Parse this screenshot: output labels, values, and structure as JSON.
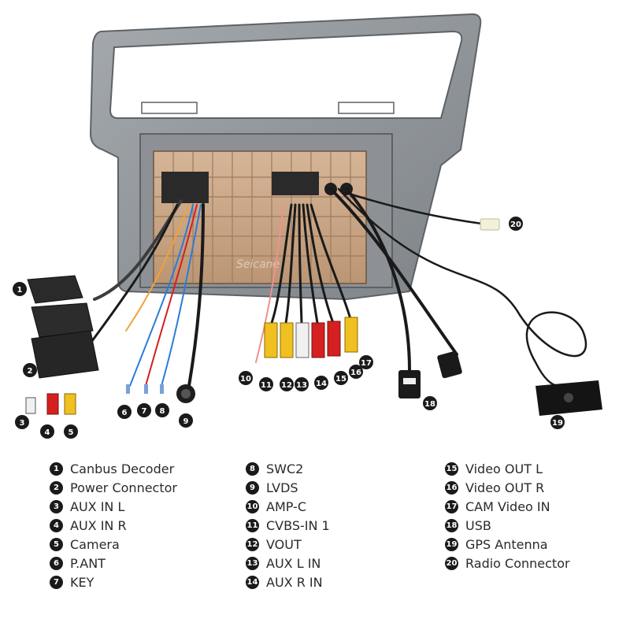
{
  "legend": {
    "col1": [
      {
        "num": "1",
        "label": "Canbus Decoder"
      },
      {
        "num": "2",
        "label": "Power Connector"
      },
      {
        "num": "3",
        "label": "AUX IN L"
      },
      {
        "num": "4",
        "label": "AUX IN R"
      },
      {
        "num": "5",
        "label": "Camera"
      },
      {
        "num": "6",
        "label": "P.ANT"
      },
      {
        "num": "7",
        "label": "KEY"
      }
    ],
    "col2": [
      {
        "num": "8",
        "label": "SWC2"
      },
      {
        "num": "9",
        "label": "LVDS"
      },
      {
        "num": "10",
        "label": "AMP-C"
      },
      {
        "num": "11",
        "label": "CVBS-IN 1"
      },
      {
        "num": "12",
        "label": "VOUT"
      },
      {
        "num": "13",
        "label": "AUX L IN"
      },
      {
        "num": "14",
        "label": "AUX R IN"
      }
    ],
    "col3": [
      {
        "num": "15",
        "label": "Video OUT L"
      },
      {
        "num": "16",
        "label": "Video OUT R"
      },
      {
        "num": "17",
        "label": "CAM Video IN"
      },
      {
        "num": "18",
        "label": "USB"
      },
      {
        "num": "19",
        "label": "GPS Antenna"
      },
      {
        "num": "20",
        "label": "Radio Connector"
      }
    ]
  },
  "callouts": [
    "1",
    "2",
    "3",
    "4",
    "5",
    "6",
    "7",
    "8",
    "9",
    "10",
    "11",
    "12",
    "13",
    "14",
    "15",
    "16",
    "17",
    "18",
    "19",
    "20"
  ],
  "watermark": "Seicane",
  "colors": {
    "bezel": "#8a8f94",
    "board": "#c8a483",
    "rca_red": "#d42020",
    "rca_white": "#f0f0f0",
    "rca_yellow": "#f0c020",
    "badge": "#1a1a1a"
  }
}
